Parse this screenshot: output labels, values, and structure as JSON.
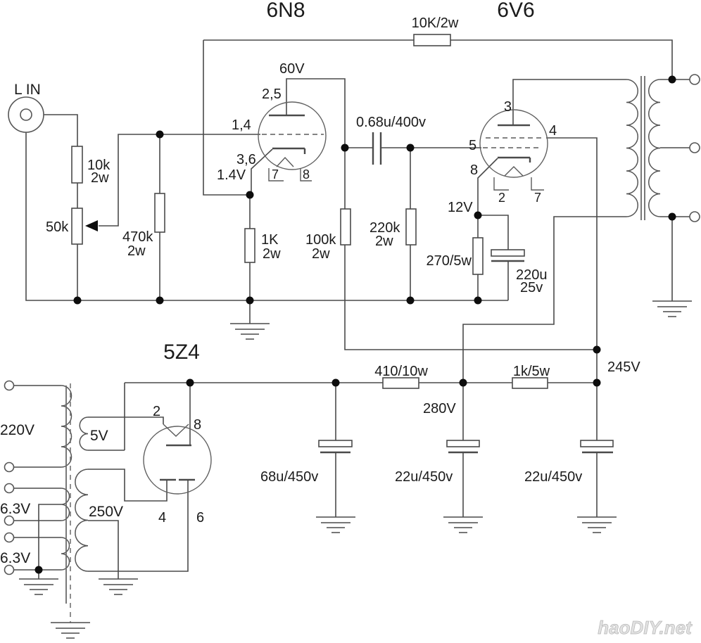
{
  "diagram_type": "tube-amplifier-schematic",
  "colors": {
    "wire": "#4a4a4a",
    "background": "#ffffff",
    "text": "#1b1b1b",
    "watermark": "#e2e2e2"
  },
  "tubes": {
    "preamp": "6N8",
    "output": "6V6",
    "rectifier": "5Z4"
  },
  "input_jack": {
    "label": "L IN"
  },
  "preamp_stage": {
    "input_resistor": "10k",
    "input_resistor_w": "2w",
    "volume_pot": "50k",
    "grid_resistor": "470k",
    "grid_resistor_w": "2w",
    "cathode_resistor": "1K",
    "cathode_resistor_w": "2w",
    "plate_resistor": "100k",
    "plate_resistor_w": "2w",
    "plate_voltage": "60V",
    "cathode_voltage": "1.4V",
    "pins": {
      "plate": "2,5",
      "grid": "1,4",
      "cathode": "3,6",
      "heater7": "7",
      "heater8": "8"
    }
  },
  "coupling": {
    "cap": "0.68u/400v",
    "grid_resistor": "220k",
    "grid_resistor_w": "2w"
  },
  "feedback_resistor": "10K/2w",
  "output_stage": {
    "cathode_voltage": "12V",
    "cathode_resistor": "270/5w",
    "cathode_cap": "220u",
    "cathode_cap_v": "25v",
    "pins": {
      "plate": "3",
      "screen": "4",
      "grid": "5",
      "cathode": "8",
      "heater2": "2",
      "heater7": "7"
    }
  },
  "power_supply": {
    "rail_245": "245V",
    "rail_280": "280V",
    "dropper1": "410/10w",
    "dropper2": "1k/5w",
    "filter_cap1": "68u/450v",
    "filter_cap2": "22u/450v",
    "filter_cap3": "22u/450v",
    "rectifier_pins": {
      "p2": "2",
      "p8": "8",
      "p4": "4",
      "p6": "6"
    }
  },
  "power_transformer": {
    "primary": "220V",
    "heater_winding1": "6.3V",
    "heater_winding2": "6.3V",
    "rectifier_heater": "5V",
    "hv_winding": "250V"
  },
  "watermark": "haoDIY.net"
}
